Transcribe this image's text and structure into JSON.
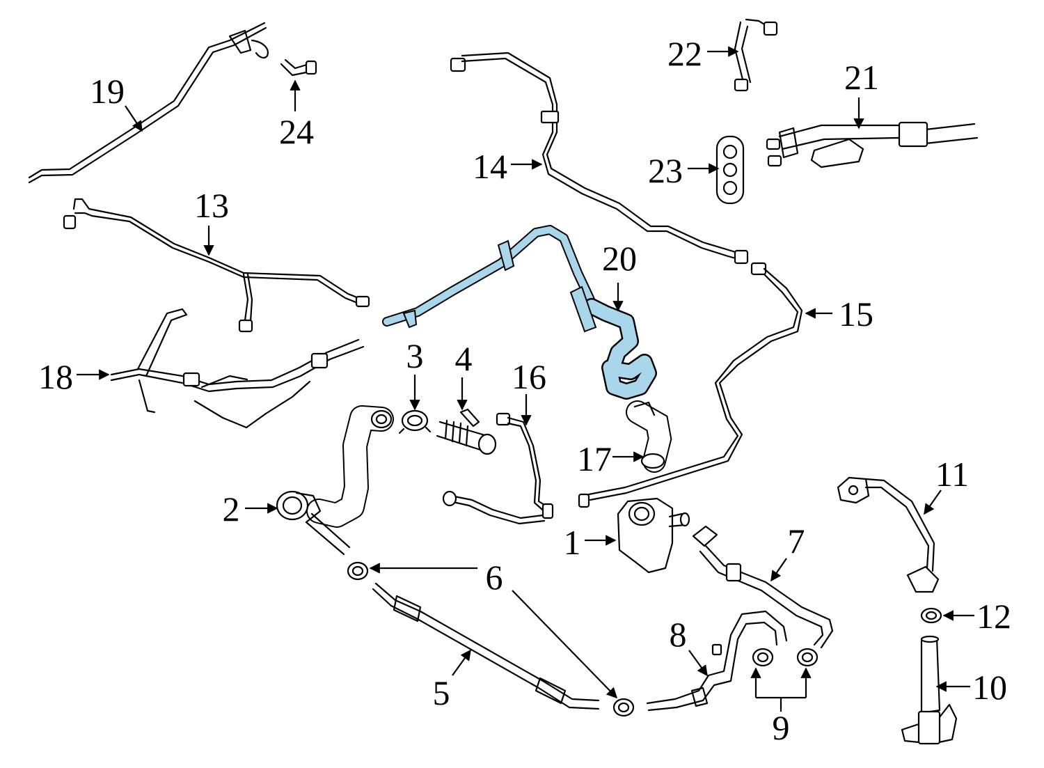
{
  "highlight_color": "#a9d6ea",
  "callouts": {
    "c1": "1",
    "c2": "2",
    "c3": "3",
    "c4": "4",
    "c5": "5",
    "c6": "6",
    "c7": "7",
    "c8": "8",
    "c9": "9",
    "c10": "10",
    "c11": "11",
    "c12": "12",
    "c13": "13",
    "c14": "14",
    "c15": "15",
    "c16": "16",
    "c17": "17",
    "c18": "18",
    "c19": "19",
    "c20": "20",
    "c21": "21",
    "c22": "22",
    "c23": "23",
    "c24": "24"
  }
}
